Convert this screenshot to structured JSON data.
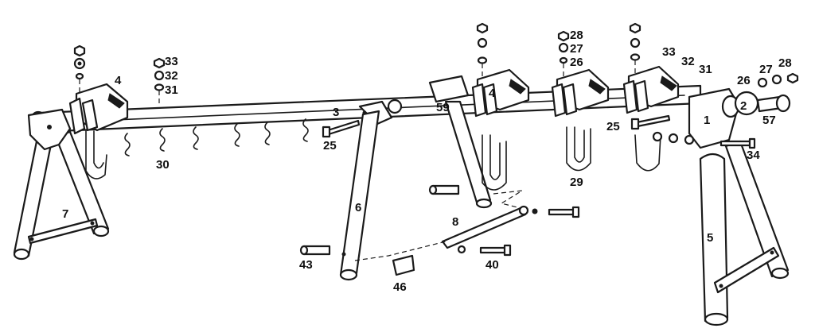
{
  "callouts": {
    "c4a": "4",
    "c33a": "33",
    "c32a": "32",
    "c31a": "31",
    "c3": "3",
    "c30": "30",
    "c25a": "25",
    "c59": "59",
    "c4b": "4",
    "c28a": "28",
    "c27a": "27",
    "c26a": "26",
    "c33b": "33",
    "c32b": "32",
    "c31b": "31",
    "c26b": "26",
    "c27b": "27",
    "c28b": "28",
    "c2": "2",
    "c1": "1",
    "c57": "57",
    "c25b": "25",
    "c34": "34",
    "c29": "29",
    "c7": "7",
    "c6": "6",
    "c8": "8",
    "c5": "5",
    "c43": "43",
    "c46": "46",
    "c40": "40"
  }
}
